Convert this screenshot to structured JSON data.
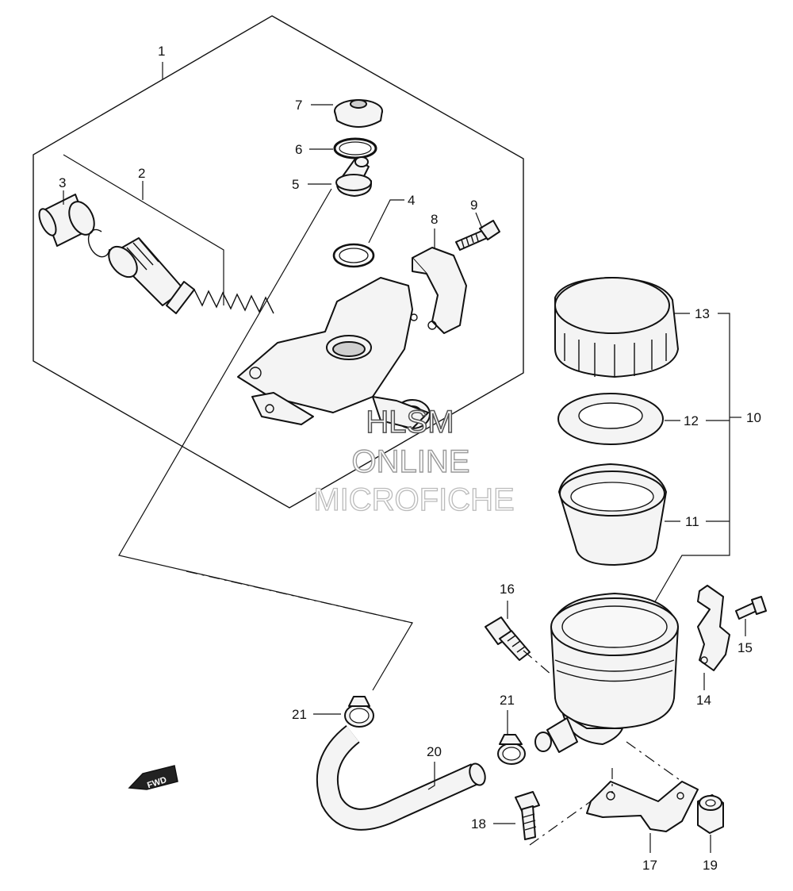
{
  "callouts": {
    "c1": "1",
    "c2": "2",
    "c3": "3",
    "c4": "4",
    "c5": "5",
    "c6": "6",
    "c7": "7",
    "c8": "8",
    "c9": "9",
    "c10": "10",
    "c11": "11",
    "c12": "12",
    "c13": "13",
    "c14": "14",
    "c15": "15",
    "c16": "16",
    "c17": "17",
    "c18": "18",
    "c19": "19",
    "c20": "20",
    "c21a": "21",
    "c21b": "21"
  },
  "watermark": {
    "line1": "HLSM",
    "line2": "ONLINE",
    "line3": "MICROFICHE"
  },
  "direction_badge": {
    "label": "FWD"
  }
}
